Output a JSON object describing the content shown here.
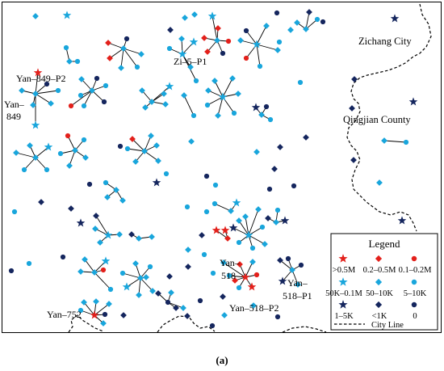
{
  "place_names": {
    "zichang_city": "Zichang City",
    "qingjian_county": "Qingjian County"
  },
  "well_labels": {
    "zi_5_p1": "Zi–5–P1",
    "yan_849_p2": "Yan–849–P2",
    "yan_849_a": "Yan–",
    "yan_849_b": "849",
    "yan_518_a": "Yan–",
    "yan_518_b": "518",
    "yan_518_p1_a": "Yan–",
    "yan_518_p1_b": "518–P1",
    "yan_518_p2": "Yan–518–P2",
    "yan_752": "Yan–752"
  },
  "legend": {
    "title": "Legend",
    "items": [
      {
        "label": ">0.5M",
        "symbol": "star",
        "color": "#e3201b"
      },
      {
        "label": "0.2–0.5M",
        "symbol": "diamond",
        "color": "#e3201b"
      },
      {
        "label": "0.1–0.2M",
        "symbol": "circle",
        "color": "#e3201b"
      },
      {
        "label": "50K–0.1M",
        "symbol": "star",
        "color": "#19a6dc"
      },
      {
        "label": "50–10K",
        "symbol": "diamond",
        "color": "#19a6dc"
      },
      {
        "label": "5–10K",
        "symbol": "circle",
        "color": "#19a6dc"
      },
      {
        "label": "1–5K",
        "symbol": "star",
        "color": "#15265e"
      },
      {
        "label": "<1K",
        "symbol": "diamond",
        "color": "#15265e"
      },
      {
        "label": "0",
        "symbol": "circle",
        "color": "#15265e"
      }
    ],
    "city_line": "City Line"
  },
  "caption": "(a)",
  "colors": {
    "red": "#e3201b",
    "blue": "#19a6dc",
    "navy": "#15265e",
    "frame": "#000000"
  }
}
